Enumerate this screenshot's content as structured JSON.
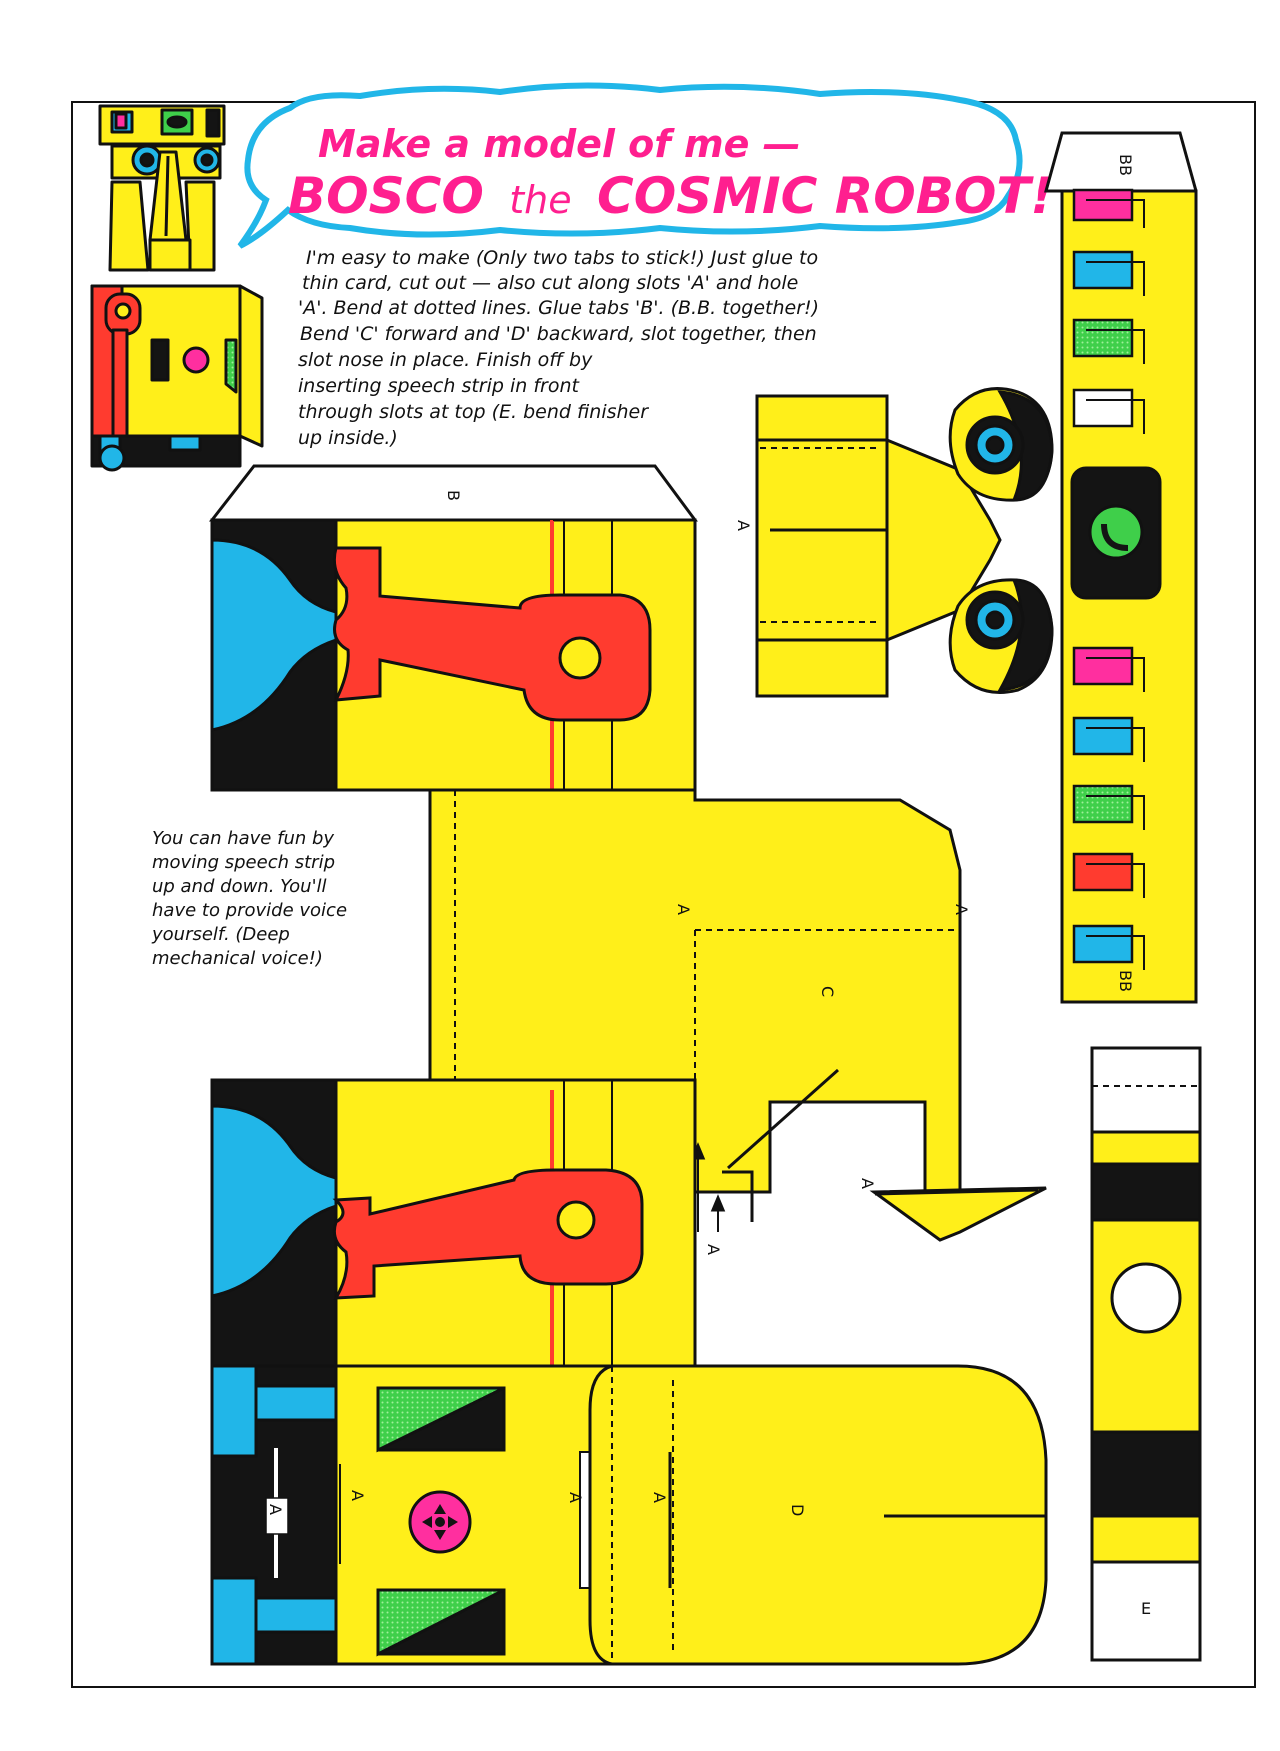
{
  "title": {
    "line1": "Make a model of me —",
    "line2_part1": "BOSCO",
    "line2_part2": "the",
    "line2_part3": "COSMIC ROBOT!"
  },
  "instructions": [
    "I'm easy to make (Only two tabs to stick!) Just glue to",
    "thin card, cut out — also cut along slots 'A' and hole",
    "'A'. Bend at dotted lines. Glue tabs 'B'. (B.B. together!)",
    "Bend 'C' forward and 'D' backward, slot together, then",
    "slot nose in place. Finish off by",
    "inserting speech strip in front",
    "through slots at top (E. bend finisher",
    "up inside.)"
  ],
  "fun_note": [
    "You can have fun by",
    "moving speech strip",
    "up and down. You'll",
    "have to provide voice",
    "yourself. (Deep",
    "mechanical voice!)"
  ],
  "labels": {
    "b_top": "B",
    "a_nose": "A",
    "bb_top": "BB",
    "bb_bottom": "BB",
    "a_left": "A",
    "a_right": "A",
    "c": "C",
    "a_tab": "A",
    "a_arrow": "A",
    "d": "D",
    "a_slot1": "A",
    "a_slot2": "A",
    "a_slot3": "A",
    "a_slot4": "A",
    "e": "E"
  },
  "colors": {
    "yellow": "#ffef1a",
    "black": "#141414",
    "cyan": "#21b6e8",
    "red": "#ff3b2f",
    "magenta": "#ff2f9f",
    "green": "#3fcf4a",
    "white": "#ffffff"
  }
}
